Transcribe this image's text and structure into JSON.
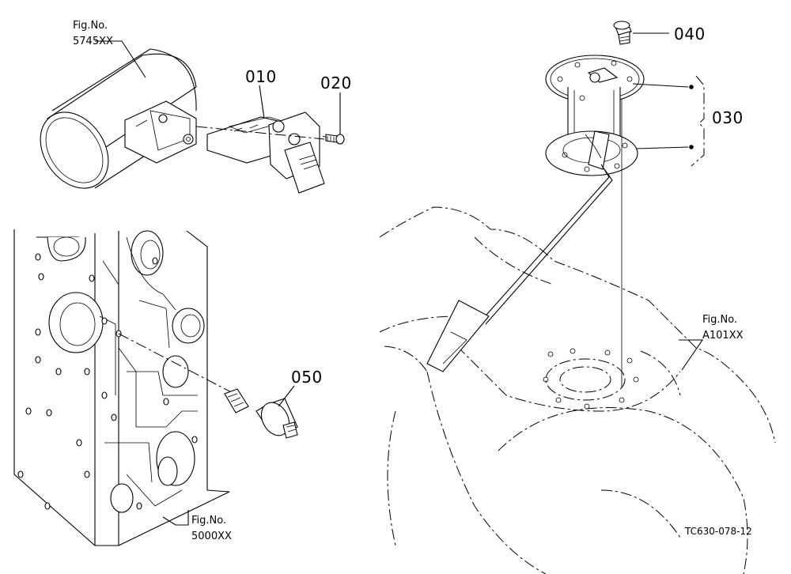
{
  "parts": {
    "p010": "010",
    "p020": "020",
    "p030": "030",
    "p040": "040",
    "p050": "050"
  },
  "figures": {
    "fig_top_left": {
      "line1": "Fig.No.",
      "line2": "5745XX"
    },
    "fig_bottom_left": {
      "line1": "Fig.No.",
      "line2": "5000XX"
    },
    "fig_right": {
      "line1": "Fig.No.",
      "line2": "A101XX"
    }
  },
  "drawing_code": "TC630-078-12"
}
